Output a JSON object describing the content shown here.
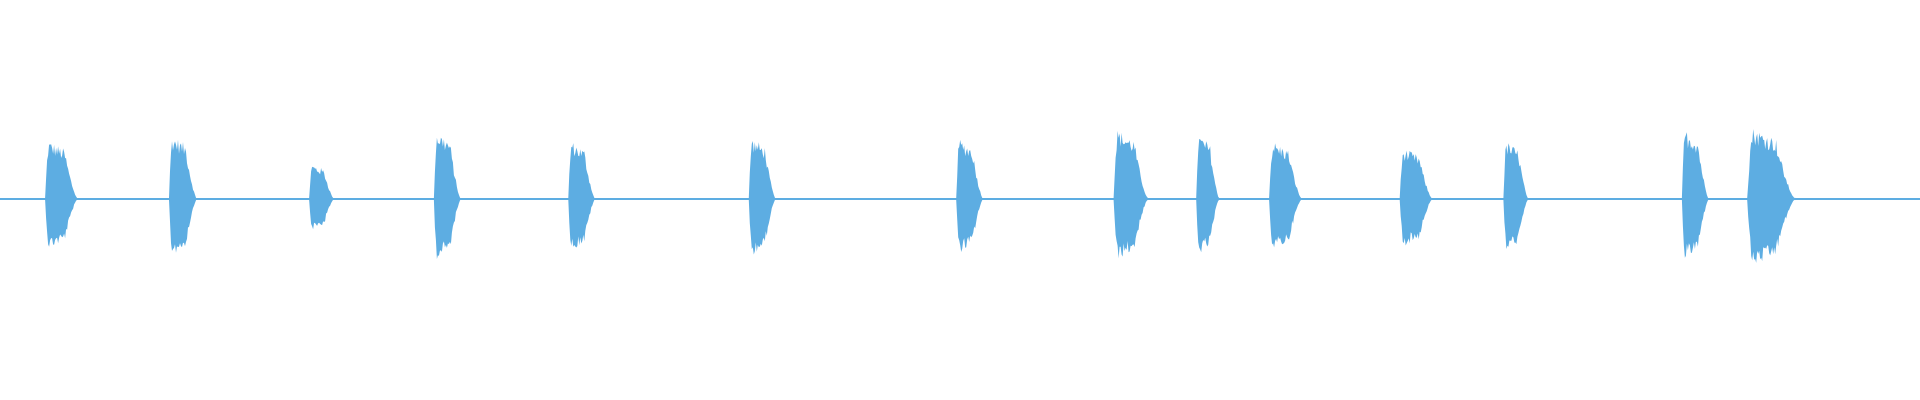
{
  "waveform": {
    "color": "#5dade2",
    "background": "#ffffff",
    "baseline_amplitude": 0.003,
    "bursts": [
      {
        "start": 0.0235,
        "end": 0.0405,
        "top": 0.147,
        "bottom": 0.125
      },
      {
        "start": 0.088,
        "end": 0.1025,
        "top": 0.162,
        "bottom": 0.142
      },
      {
        "start": 0.161,
        "end": 0.174,
        "top": 0.088,
        "bottom": 0.078
      },
      {
        "start": 0.226,
        "end": 0.24,
        "top": 0.172,
        "bottom": 0.152
      },
      {
        "start": 0.296,
        "end": 0.31,
        "top": 0.146,
        "bottom": 0.13
      },
      {
        "start": 0.39,
        "end": 0.404,
        "top": 0.155,
        "bottom": 0.142
      },
      {
        "start": 0.498,
        "end": 0.512,
        "top": 0.152,
        "bottom": 0.136
      },
      {
        "start": 0.58,
        "end": 0.598,
        "top": 0.175,
        "bottom": 0.152
      },
      {
        "start": 0.623,
        "end": 0.635,
        "top": 0.162,
        "bottom": 0.14
      },
      {
        "start": 0.661,
        "end": 0.678,
        "top": 0.145,
        "bottom": 0.129
      },
      {
        "start": 0.729,
        "end": 0.746,
        "top": 0.128,
        "bottom": 0.119
      },
      {
        "start": 0.783,
        "end": 0.796,
        "top": 0.145,
        "bottom": 0.13
      },
      {
        "start": 0.876,
        "end": 0.89,
        "top": 0.175,
        "bottom": 0.152
      },
      {
        "start": 0.91,
        "end": 0.935,
        "top": 0.18,
        "bottom": 0.17
      }
    ]
  }
}
